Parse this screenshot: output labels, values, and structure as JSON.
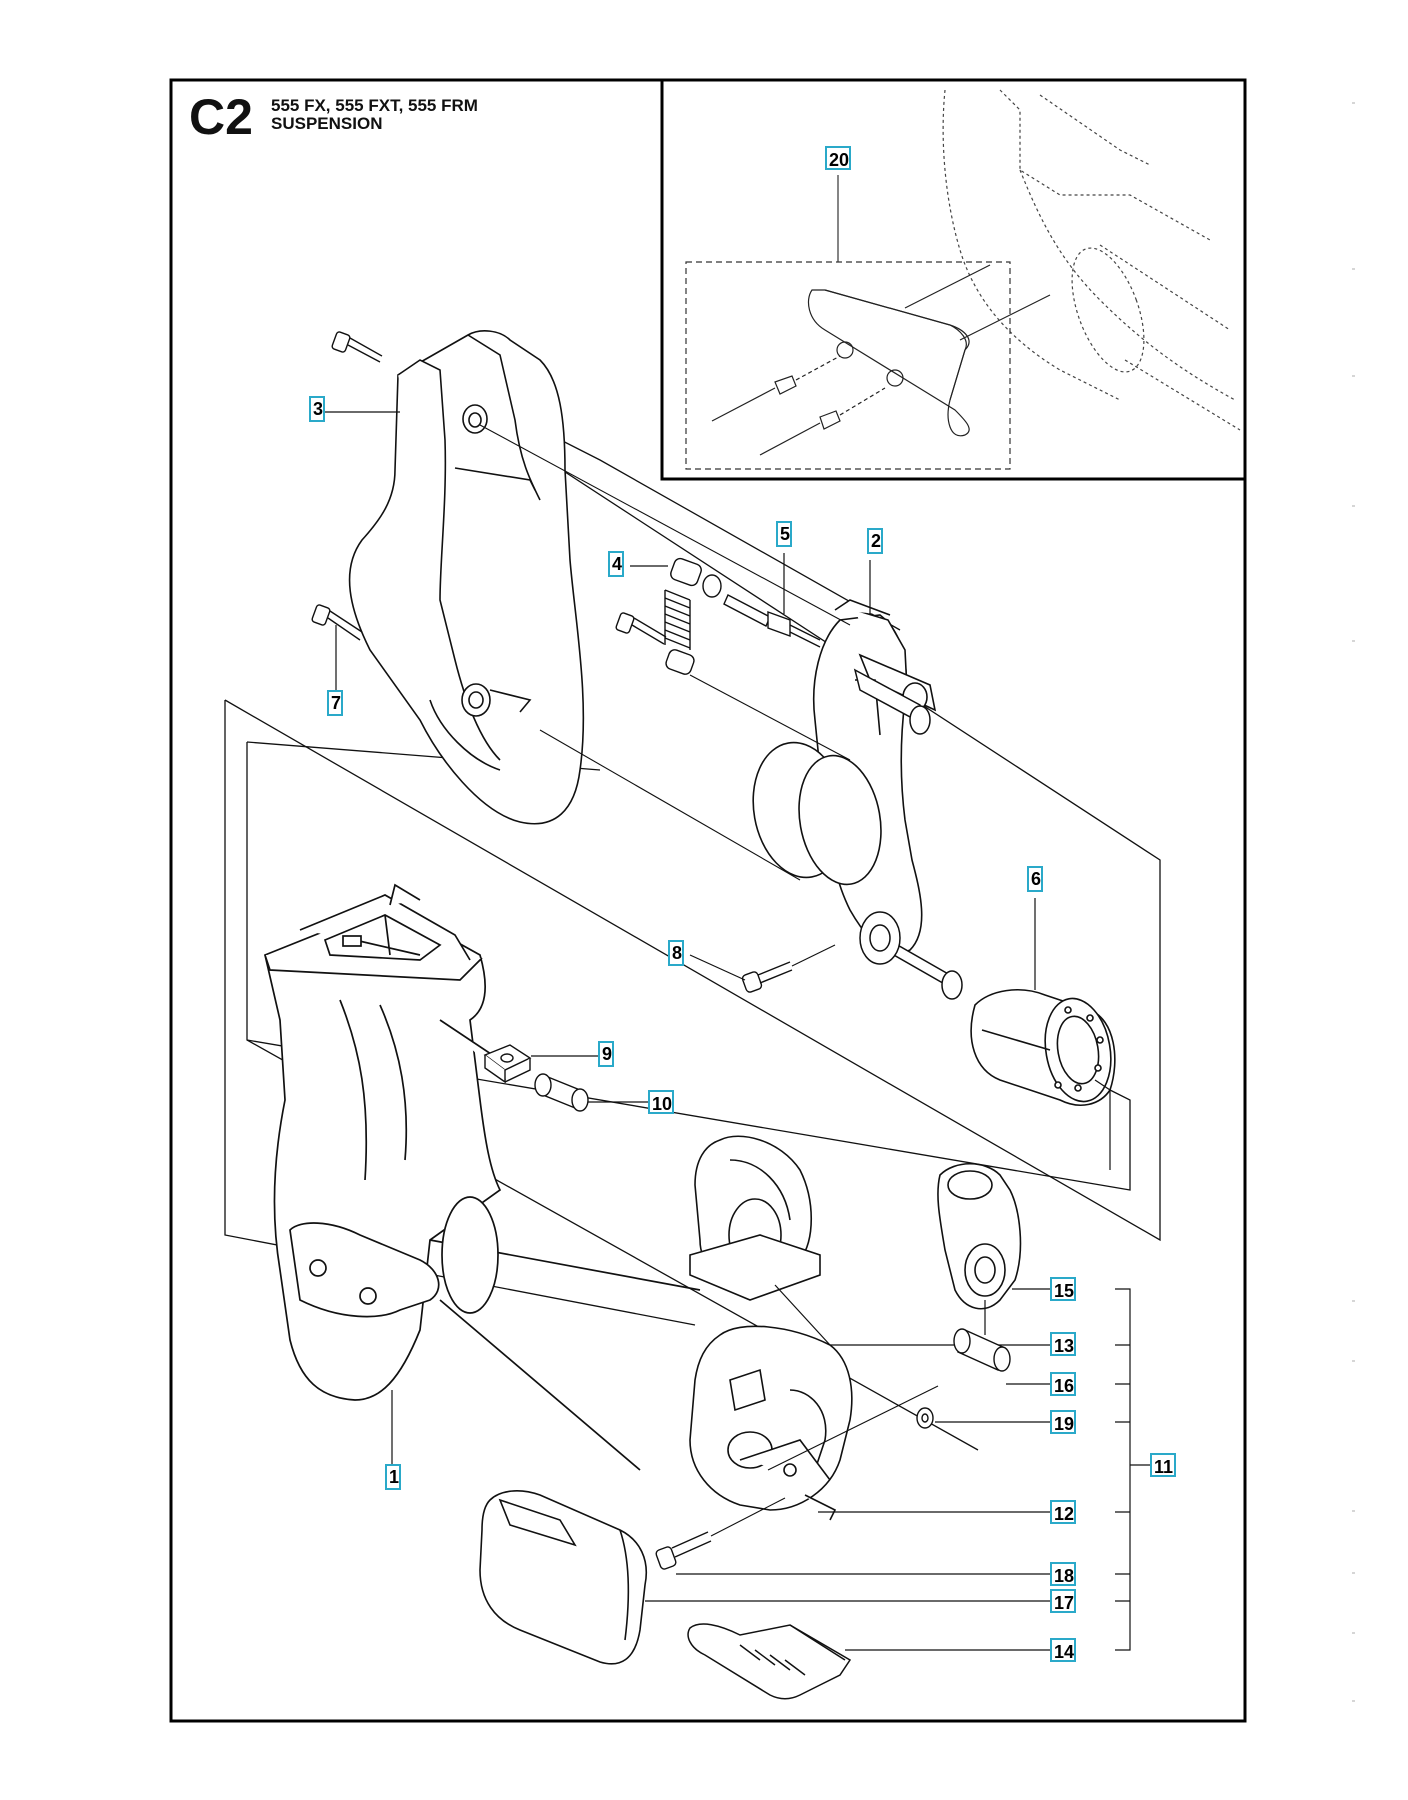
{
  "header": {
    "code": "C2",
    "models": "555 FX, 555 FXT, 555 FRM",
    "title": "SUSPENSION"
  },
  "callouts": {
    "c1": "1",
    "c2": "2",
    "c3": "3",
    "c4": "4",
    "c5": "5",
    "c6": "6",
    "c7": "7",
    "c8": "8",
    "c9": "9",
    "c10": "10",
    "c11": "11",
    "c12": "12",
    "c13": "13",
    "c14": "14",
    "c15": "15",
    "c16": "16",
    "c17": "17",
    "c18": "18",
    "c19": "19",
    "c20": "20"
  },
  "colors": {
    "callout_border": "#2aa9c9",
    "line": "#111111",
    "frame": "#000000"
  }
}
